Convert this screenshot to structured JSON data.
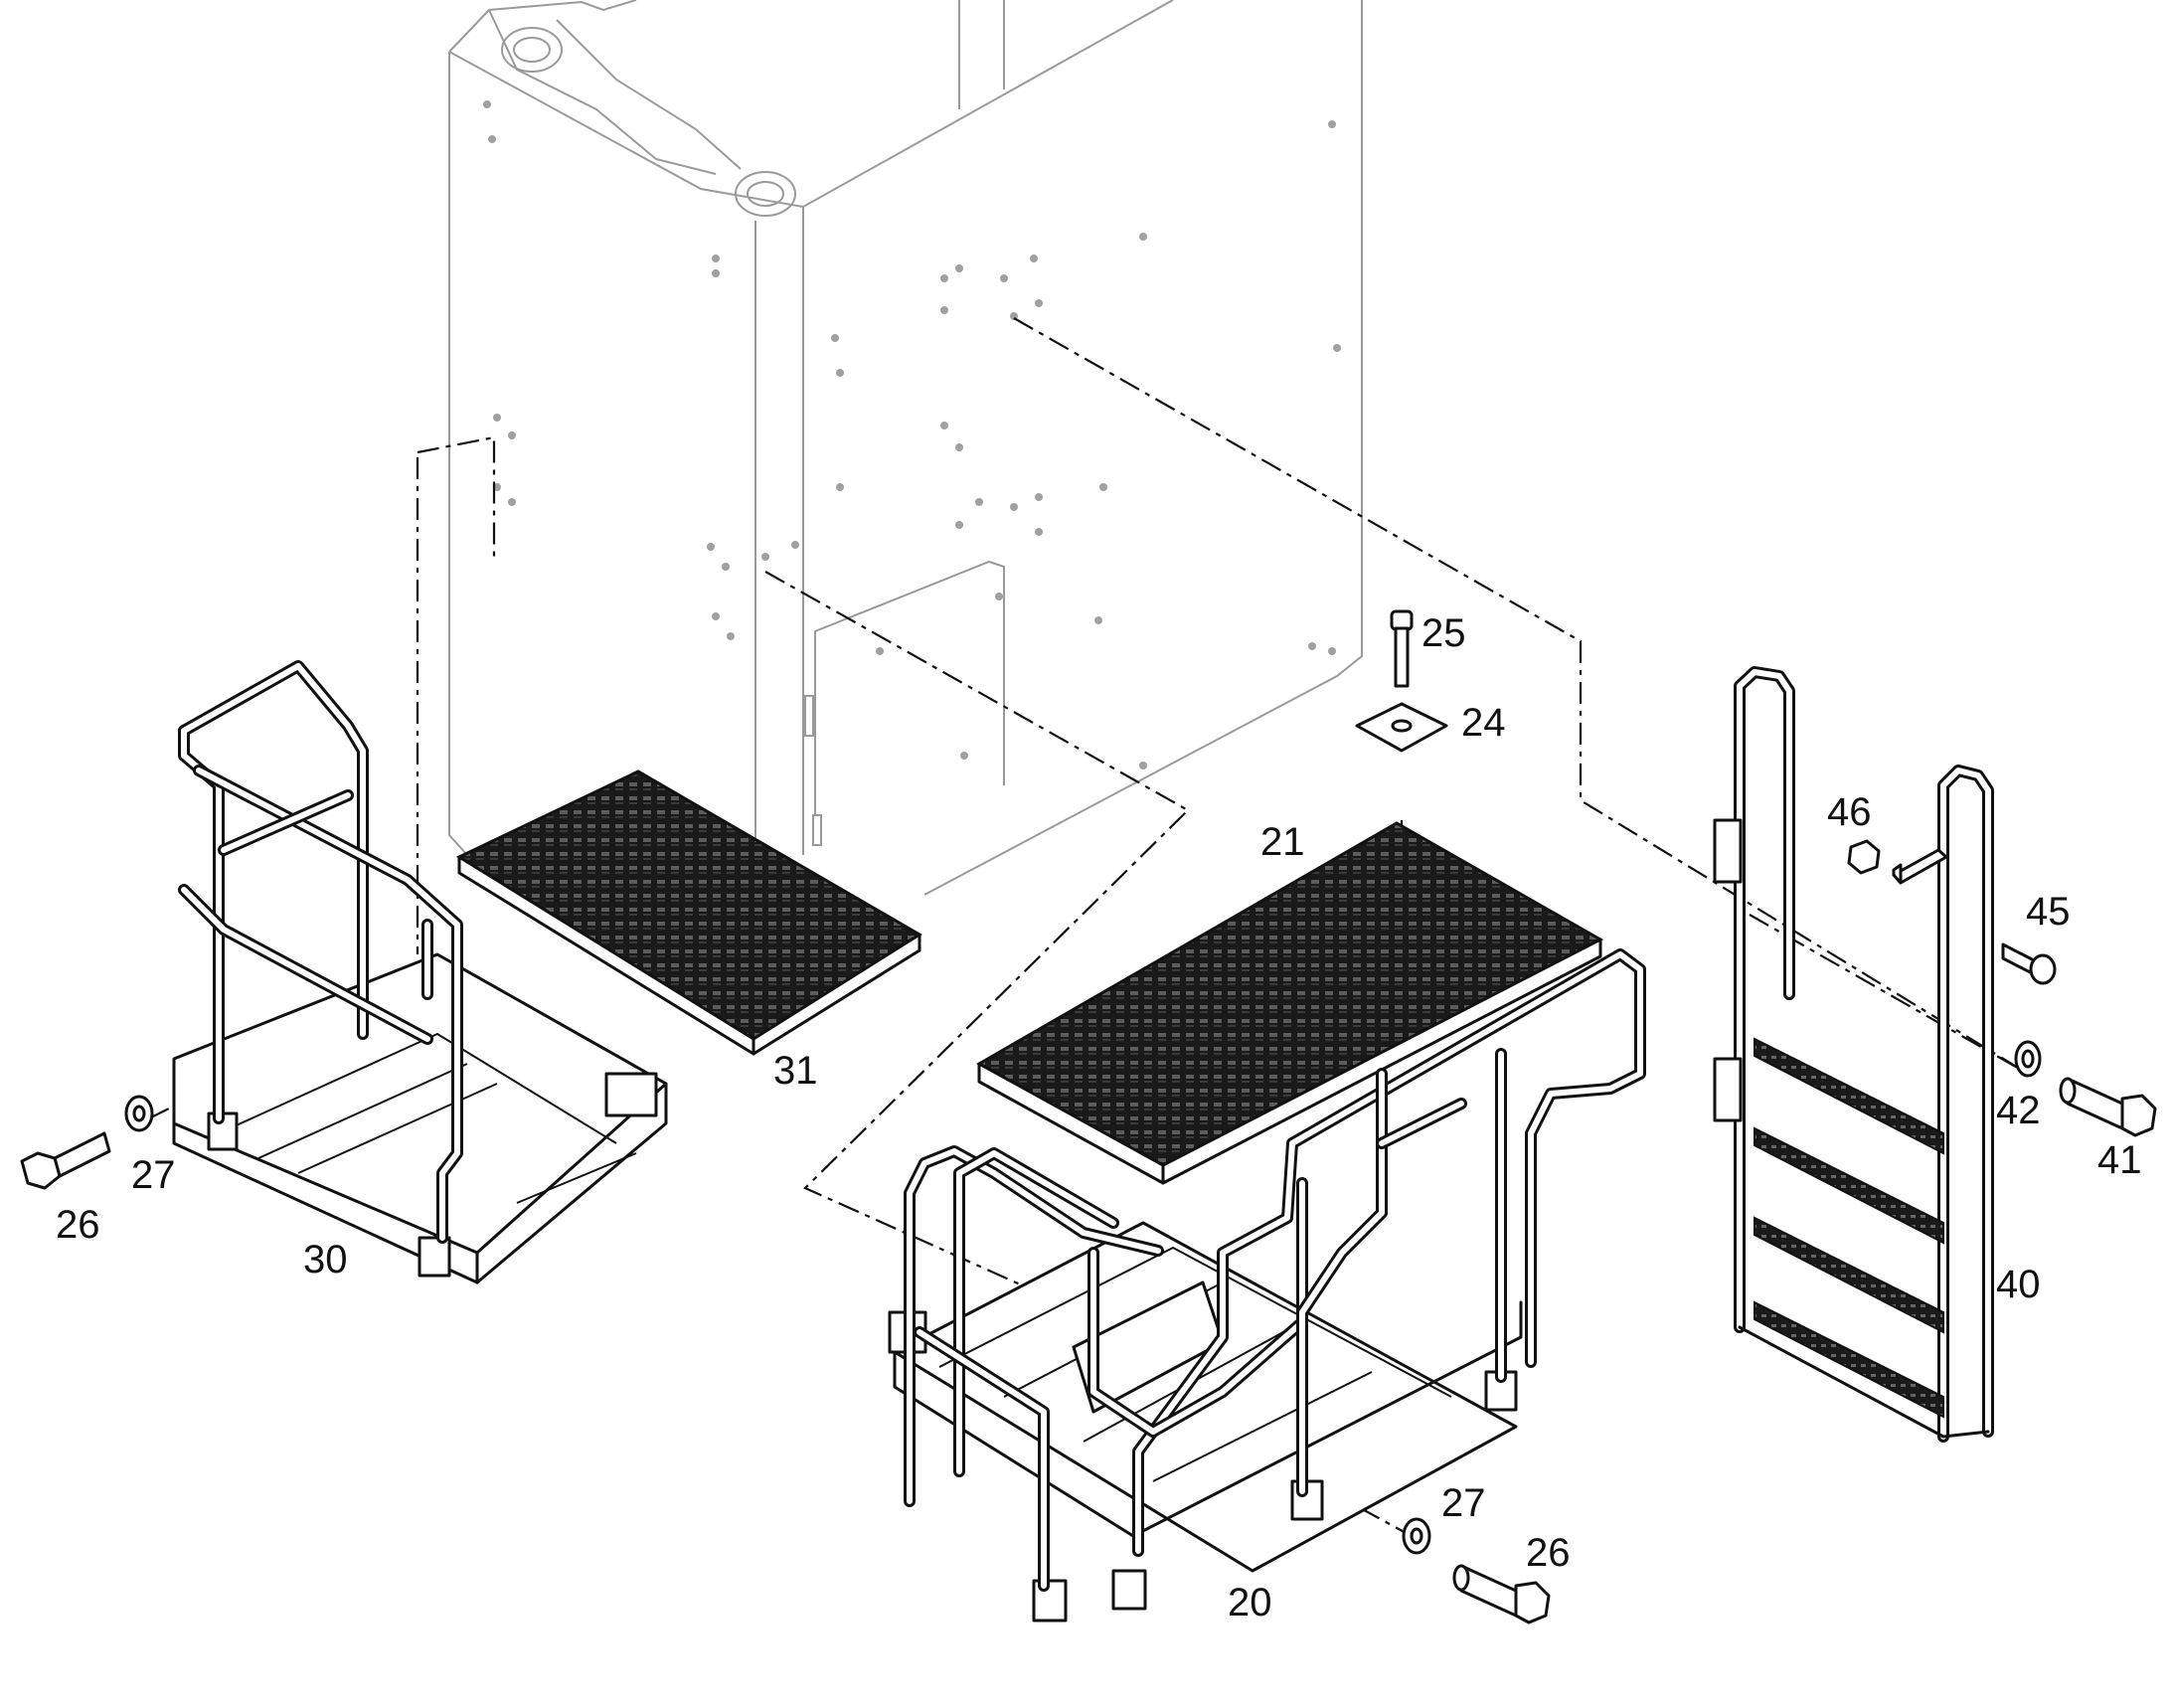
{
  "diagram": {
    "callouts": [
      {
        "id": "callout-20",
        "text": "20"
      },
      {
        "id": "callout-21",
        "text": "21"
      },
      {
        "id": "callout-24",
        "text": "24"
      },
      {
        "id": "callout-25",
        "text": "25"
      },
      {
        "id": "callout-26-left",
        "text": "26"
      },
      {
        "id": "callout-26-right",
        "text": "26"
      },
      {
        "id": "callout-27-left",
        "text": "27"
      },
      {
        "id": "callout-27-right",
        "text": "27"
      },
      {
        "id": "callout-30",
        "text": "30"
      },
      {
        "id": "callout-31",
        "text": "31"
      },
      {
        "id": "callout-40",
        "text": "40"
      },
      {
        "id": "callout-41",
        "text": "41"
      },
      {
        "id": "callout-42",
        "text": "42"
      },
      {
        "id": "callout-45",
        "text": "45"
      },
      {
        "id": "callout-46",
        "text": "46"
      }
    ]
  }
}
